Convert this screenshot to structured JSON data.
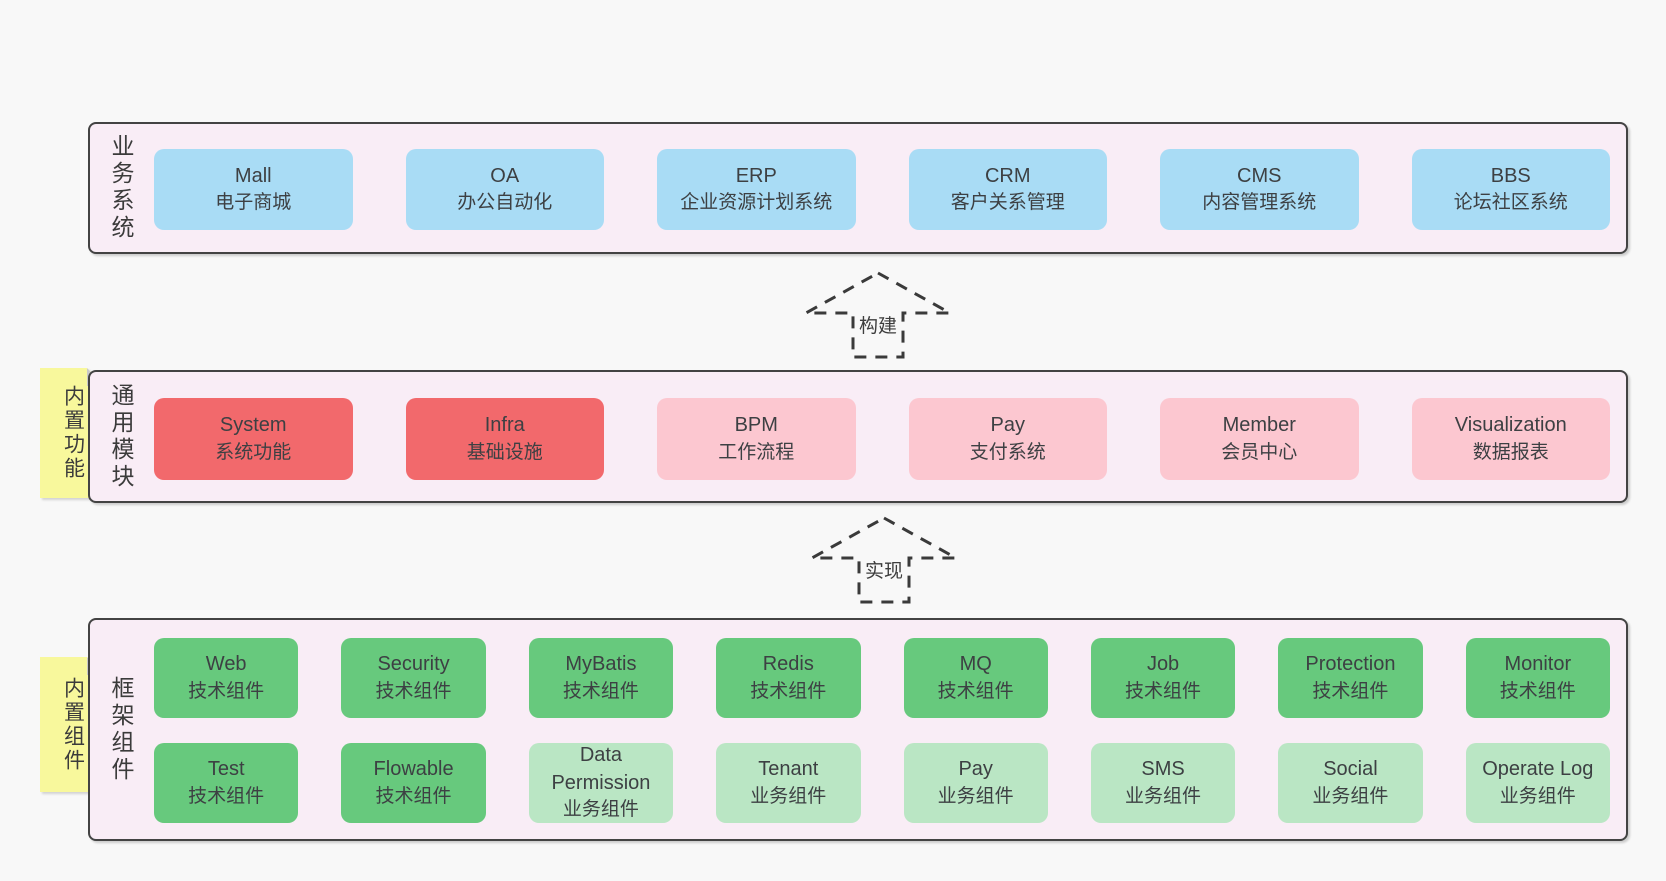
{
  "colors": {
    "page_bg": "#f8f8f8",
    "band_bg": "#f9edf6",
    "band_border": "#434343",
    "blue_box": "#a9dcf5",
    "red_box": "#f2696c",
    "pink_box": "#fcc7d0",
    "green_box": "#67c97d",
    "light_green_box": "#bae6c4",
    "sticky_yellow": "#f8f89c",
    "sticky_fold": "#c9c9c9",
    "text": "#3d4043"
  },
  "arrows": [
    {
      "label": "构建"
    },
    {
      "label": "实现"
    }
  ],
  "bands": [
    {
      "label": "业务系统",
      "boxes": [
        {
          "title": "Mall",
          "subtitle": "电子商城"
        },
        {
          "title": "OA",
          "subtitle": "办公自动化"
        },
        {
          "title": "ERP",
          "subtitle": "企业资源计划系统"
        },
        {
          "title": "CRM",
          "subtitle": "客户关系管理"
        },
        {
          "title": "CMS",
          "subtitle": "内容管理系统"
        },
        {
          "title": "BBS",
          "subtitle": "论坛社区系统"
        }
      ]
    },
    {
      "label": "通用模块",
      "sticky": "内置功能",
      "boxes": [
        {
          "title": "System",
          "subtitle": "系统功能"
        },
        {
          "title": "Infra",
          "subtitle": "基础设施"
        },
        {
          "title": "BPM",
          "subtitle": "工作流程"
        },
        {
          "title": "Pay",
          "subtitle": "支付系统"
        },
        {
          "title": "Member",
          "subtitle": "会员中心"
        },
        {
          "title": "Visualization",
          "subtitle": "数据报表"
        }
      ]
    },
    {
      "label": "框架组件",
      "sticky": "内置组件",
      "rows": [
        [
          {
            "title": "Web",
            "subtitle": "技术组件"
          },
          {
            "title": "Security",
            "subtitle": "技术组件"
          },
          {
            "title": "MyBatis",
            "subtitle": "技术组件"
          },
          {
            "title": "Redis",
            "subtitle": "技术组件"
          },
          {
            "title": "MQ",
            "subtitle": "技术组件"
          },
          {
            "title": "Job",
            "subtitle": "技术组件"
          },
          {
            "title": "Protection",
            "subtitle": "技术组件"
          },
          {
            "title": "Monitor",
            "subtitle": "技术组件"
          }
        ],
        [
          {
            "title": "Test",
            "subtitle": "技术组件"
          },
          {
            "title": "Flowable",
            "subtitle": "技术组件"
          },
          {
            "title": "Data Permission",
            "subtitle": "业务组件"
          },
          {
            "title": "Tenant",
            "subtitle": "业务组件"
          },
          {
            "title": "Pay",
            "subtitle": "业务组件"
          },
          {
            "title": "SMS",
            "subtitle": "业务组件"
          },
          {
            "title": "Social",
            "subtitle": "业务组件"
          },
          {
            "title": "Operate Log",
            "subtitle": "业务组件"
          }
        ]
      ]
    }
  ]
}
